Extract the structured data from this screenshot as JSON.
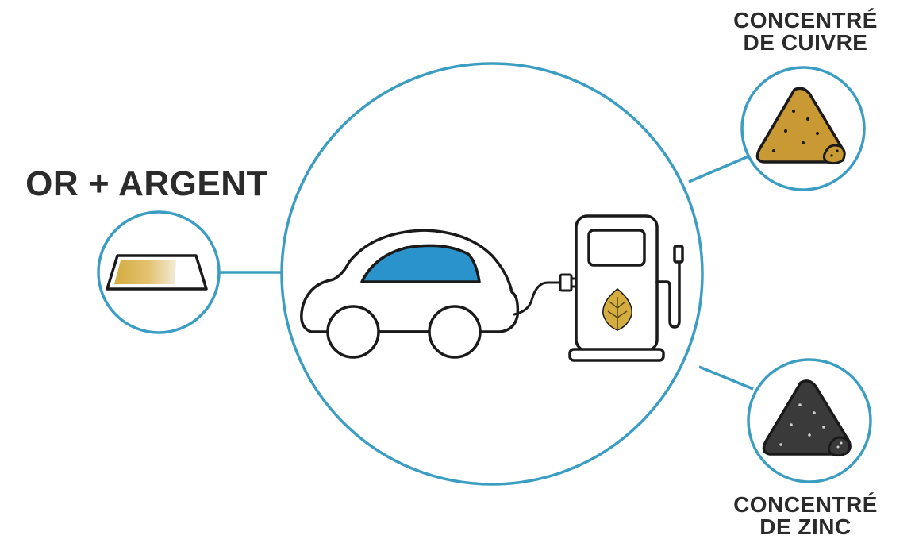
{
  "labels": {
    "gold_silver": "OR + ARGENT",
    "copper_concentrate": [
      "CONCENTRÉ",
      "DE CUIVRE"
    ],
    "zinc_concentrate": [
      "CONCENTRÉ",
      "DE ZINC"
    ]
  },
  "colors": {
    "ring": "#3c9dc2",
    "car_window": "#2b93cc",
    "gold": "#d4ac3f",
    "copper_concentrate": "#c99a33",
    "zinc_concentrate": "#3a3a3a",
    "outline": "#1a1a1a"
  },
  "icons": [
    "gold-bar-icon",
    "electric-car-icon",
    "charging-plug-icon",
    "charging-station-icon",
    "leaf-icon",
    "copper-concentrate-pile-icon",
    "zinc-concentrate-pile-icon"
  ]
}
